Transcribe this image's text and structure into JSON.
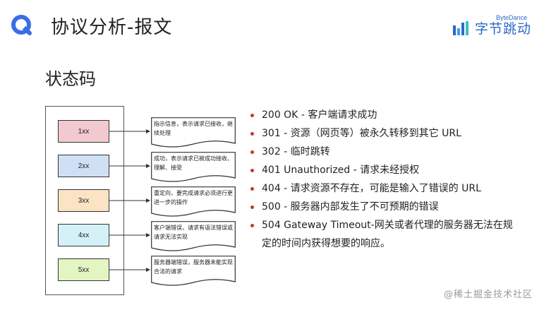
{
  "header": {
    "title": "协议分析-报文",
    "brand_small": "ByteDance",
    "brand_name": "字节跳动"
  },
  "section": {
    "title": "状态码"
  },
  "diagram": {
    "items": [
      {
        "code": "1xx",
        "desc": "指示信息，表示请求已接收，继续处理",
        "color": "#f2c9cf"
      },
      {
        "code": "2xx",
        "desc": "成功，表示请求已被成功接收、理解、接受",
        "color": "#cfe0f5"
      },
      {
        "code": "3xx",
        "desc": "重定向，要完成请求必须进行更进一步的操作",
        "color": "#fbe3c4"
      },
      {
        "code": "4xx",
        "desc": "客户端错误，请求有语法错误或请求无法实现",
        "color": "#d4f1f7"
      },
      {
        "code": "5xx",
        "desc": "服务器端错误，服务器未能实现合法的请求",
        "color": "#e4f5c4"
      }
    ]
  },
  "bullets": [
    "200 OK - 客户端请求成功",
    "301 - 资源（网页等）被永久转移到其它 URL",
    "302 - 临时跳转",
    "401 Unauthorized - 请求未经授权",
    "404 - 请求资源不存在，可能是输入了错误的 URL",
    "500 - 服务器内部发生了不可预期的错误",
    "504 Gateway Timeout-网关或者代理的服务器无法在规",
    "定的时间内获得想要的响应。"
  ],
  "watermark": "@稀土掘金技术社区",
  "colors": {
    "brand_blue": "#2e68c9",
    "bullet_red": "#c0392b",
    "logo_blue": "#3a6ee8"
  },
  "icons": {
    "left_logo": "q-logo-icon",
    "brand": "bytedance-logo-icon"
  }
}
